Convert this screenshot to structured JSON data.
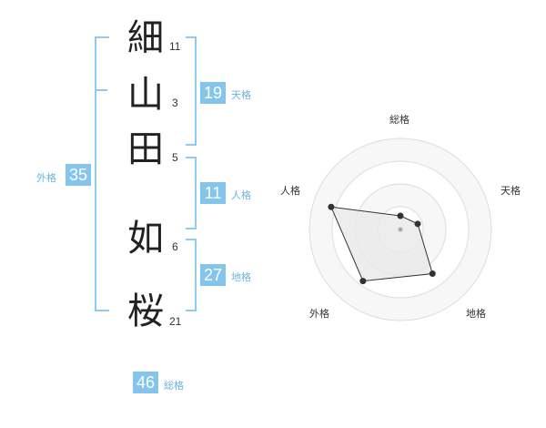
{
  "name": {
    "characters": [
      {
        "char": "細",
        "strokes": "11"
      },
      {
        "char": "山",
        "strokes": "3"
      },
      {
        "char": "田",
        "strokes": "5"
      },
      {
        "char": "如",
        "strokes": "6"
      },
      {
        "char": "桜",
        "strokes": "21"
      }
    ]
  },
  "fortune": {
    "tenkaku": {
      "value": "19",
      "label": "天格"
    },
    "jinkaku": {
      "value": "11",
      "label": "人格"
    },
    "chikaku": {
      "value": "27",
      "label": "地格"
    },
    "gaikaku": {
      "value": "35",
      "label": "外格"
    },
    "soukaku": {
      "value": "46",
      "label": "総格"
    }
  },
  "radar": {
    "axes": [
      "総格",
      "天格",
      "地格",
      "外格",
      "人格"
    ],
    "levels": 4,
    "values": [
      0.15,
      0.2,
      0.6,
      0.7,
      0.8
    ]
  },
  "colors": {
    "accent": "#85c5ec",
    "bracket": "#8fcbf0",
    "radar_fill": "#e8e8e8",
    "radar_stroke": "#333333",
    "ring": "#dddddd"
  }
}
